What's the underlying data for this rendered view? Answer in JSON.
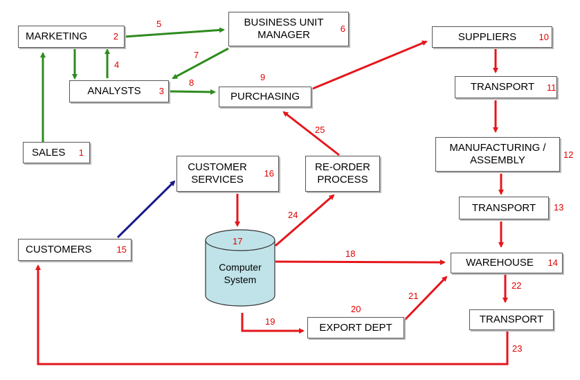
{
  "nodes": {
    "marketing": {
      "label": "MARKETING",
      "num": "2"
    },
    "bum": {
      "label": "BUSINESS UNIT\nMANAGER",
      "num": "6"
    },
    "suppliers": {
      "label": "SUPPLIERS",
      "num": "10"
    },
    "analysts": {
      "label": "ANALYSTS",
      "num": "3"
    },
    "purchasing": {
      "label": "PURCHASING",
      "num": "9"
    },
    "transport1": {
      "label": "TRANSPORT",
      "num": "11"
    },
    "sales": {
      "label": "SALES",
      "num": "1"
    },
    "manufacturing": {
      "label": "MANUFACTURING /\nASSEMBLY",
      "num": "12"
    },
    "custserv": {
      "label": "CUSTOMER\nSERVICES",
      "num": "16"
    },
    "reorder": {
      "label": "RE-ORDER\nPROCESS",
      "num": ""
    },
    "transport2": {
      "label": "TRANSPORT",
      "num": "13"
    },
    "customers": {
      "label": "CUSTOMERS",
      "num": "15"
    },
    "warehouse": {
      "label": "WAREHOUSE",
      "num": "14"
    },
    "exportdept": {
      "label": "EXPORT DEPT",
      "num": ""
    },
    "transport3": {
      "label": "TRANSPORT",
      "num": ""
    }
  },
  "computer": {
    "label": "Computer\nSystem",
    "num": "17"
  },
  "steps": {
    "s4": "4",
    "s5": "5",
    "s7": "7",
    "s8": "8",
    "s18": "18",
    "s19": "19",
    "s20": "20",
    "s21": "21",
    "s22": "22",
    "s23": "23",
    "s24": "24",
    "s25": "25"
  },
  "colors": {
    "green": "#2e8b1e",
    "red": "#e4161b",
    "blue": "#1a1a8c",
    "cylinder": "#bfe3e8"
  }
}
